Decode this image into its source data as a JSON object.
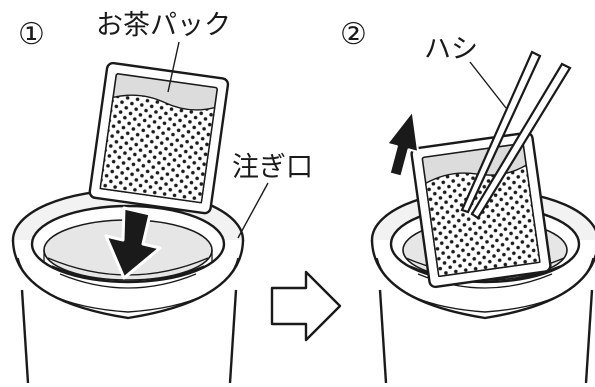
{
  "steps": [
    {
      "number": "①",
      "pack_label": "お茶パック",
      "mouth_label": "注ぎ口"
    },
    {
      "number": "②",
      "chopsticks_label": "ハシ"
    }
  ],
  "colors": {
    "ink": "#1a1a1a",
    "bottle_fill": "#f2f2f2",
    "tea_fill": "#cfcfcf",
    "shade": "#b8b8b8",
    "paper": "#ffffff"
  },
  "icons": [
    "insert-arrow-icon",
    "next-step-arrow-icon",
    "lift-arrow-icon"
  ]
}
